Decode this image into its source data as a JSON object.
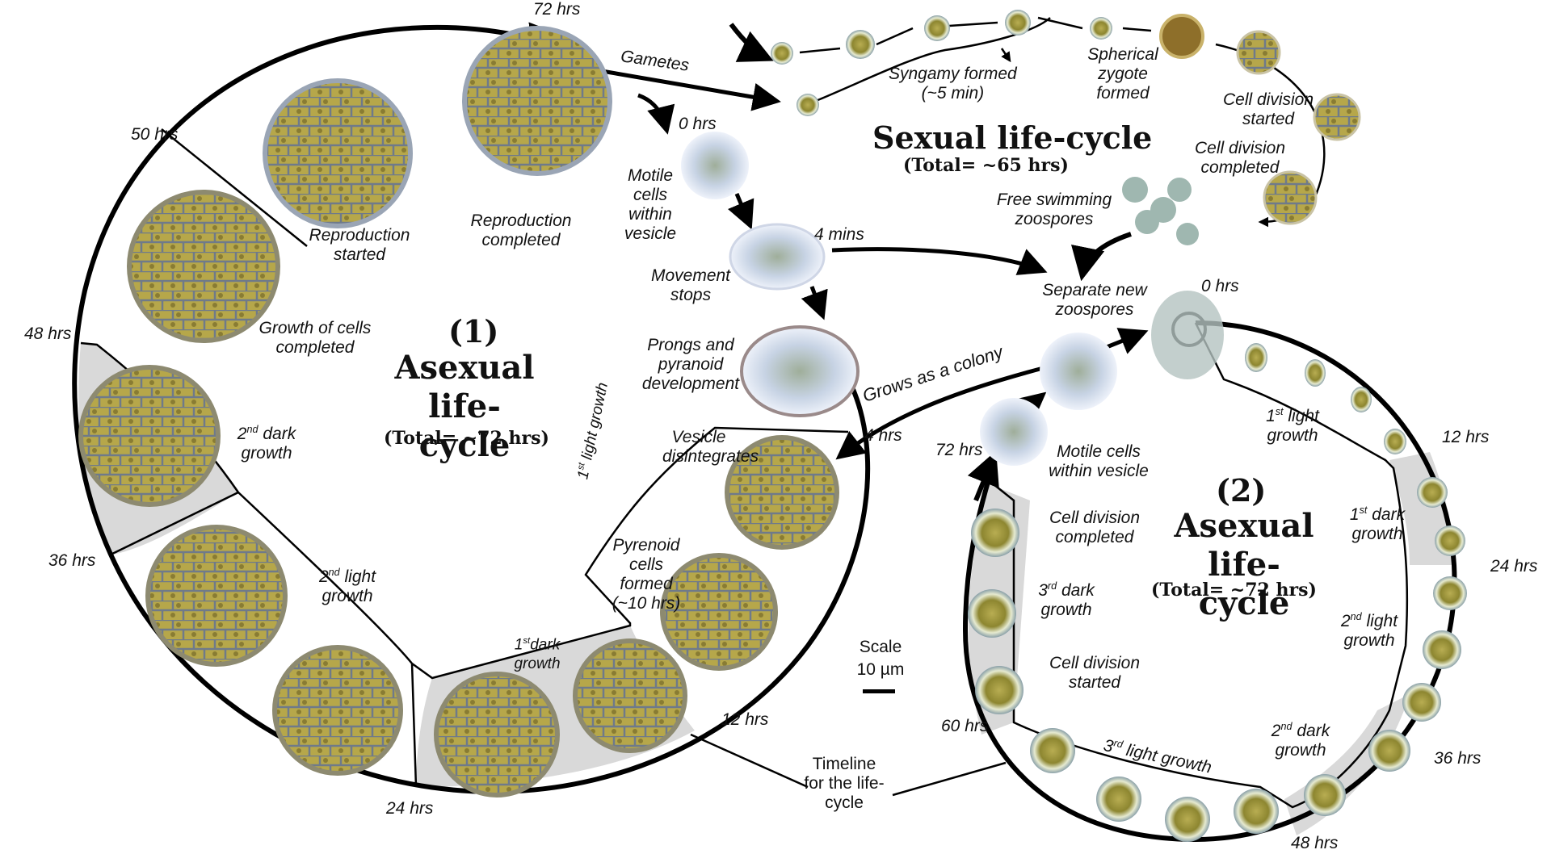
{
  "colors": {
    "cell_fill": "#b9a84c",
    "cell_wall": "#6f7a8a",
    "cell_dark": "#6b5f23",
    "dark_band": "#d9d9d9",
    "stroke": "#000000",
    "vesicle": "#cfd6e6",
    "zoospore": "#9fb7b0"
  },
  "sexual": {
    "title": "Sexual life-cycle",
    "total": "(Total= ~65 hrs)",
    "gametes": "Gametes",
    "syngamy": "Syngamy formed",
    "syngamy_time": "(~5 min)",
    "zygote": "Spherical zygote formed",
    "division_started": "Cell division started",
    "division_completed": "Cell division completed",
    "free_swimming": "Free swimming zoospores"
  },
  "cycle1": {
    "number": "(1)",
    "title": "Asexual life-cycle",
    "total": "(Total= ~72 hrs)",
    "t72": "72 hrs",
    "t50": "50 hrs",
    "t48": "48 hrs",
    "t36": "36 hrs",
    "t24": "24 hrs",
    "t12": "12 hrs",
    "t4h": "4 hrs",
    "t0": "0 hrs",
    "t4m": "4 mins",
    "reproduction_started": "Reproduction started",
    "reproduction_completed": "Reproduction completed",
    "growth_completed": "Growth of cells completed",
    "dark2_sup": "nd",
    "dark2": "dark growth",
    "light2": "light growth",
    "dark1_sup": "st",
    "dark1": "dark growth",
    "light1": "light growth",
    "motile": "Motile cells within vesicle",
    "movement": "Movement stops",
    "prongs": "Prongs and pyranoid development",
    "vesicle_dis": "Vesicle disintegrates",
    "pyrenoid": "Pyrenoid cells formed",
    "pyrenoid_time": "(~10 hrs)",
    "grows": "Grows as a colony"
  },
  "cycle2": {
    "number": "(2)",
    "title": "Asexual life-cycle",
    "total": "(Total= ~72 hrs)",
    "t0": "0 hrs",
    "t12": "12 hrs",
    "t24": "24 hrs",
    "t36": "36 hrs",
    "t48": "48 hrs",
    "t60": "60 hrs",
    "t72": "72 hrs",
    "separate": "Separate new zoospores",
    "light1_sup": "st",
    "light1": "light growth",
    "dark1_sup": "st",
    "dark1": "dark growth",
    "light2_sup": "nd",
    "light2": "light growth",
    "dark2_sup": "nd",
    "dark2": "dark growth",
    "light3_sup": "rd",
    "light3": "light growth",
    "dark3_sup": "rd",
    "dark3": "dark growth",
    "division_completed": "Cell division completed",
    "division_started": "Cell division started",
    "motile": "Motile cells within vesicle"
  },
  "timeline": "Timeline for the life-cycle",
  "scale_title": "Scale",
  "scale_value": "10 µm"
}
